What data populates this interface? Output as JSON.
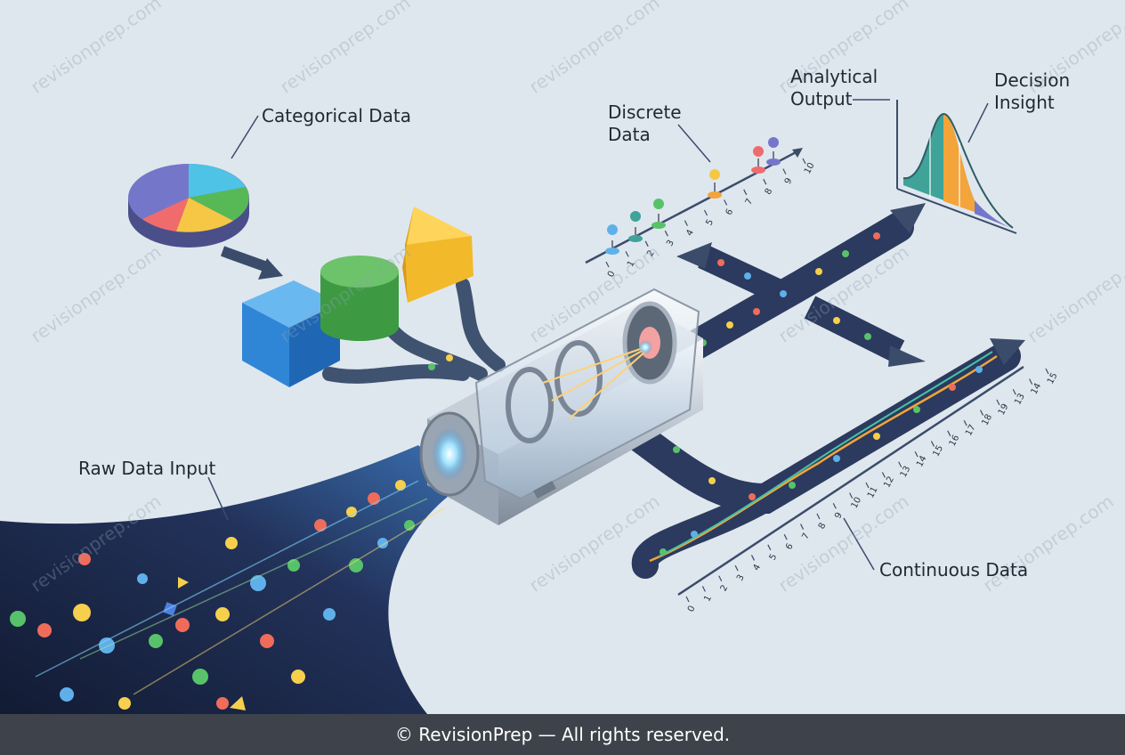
{
  "labels": {
    "categorical": "Categorical Data",
    "discrete_line1": "Discrete",
    "discrete_line2": "Data",
    "analytical_line1": "Analytical",
    "analytical_line2": "Output",
    "decision_line1": "Decision",
    "decision_line2": "Insight",
    "raw_input": "Raw Data Input",
    "continuous": "Continuous Data"
  },
  "discrete_axis_ticks": [
    "0",
    "1",
    "2",
    "3",
    "4",
    "5",
    "6",
    "7",
    "8",
    "9",
    "10"
  ],
  "continuous_axis_ticks": [
    "0",
    "1",
    "2",
    "3",
    "4",
    "5",
    "6",
    "7",
    "8",
    "9",
    "10",
    "11",
    "12",
    "13",
    "14",
    "15",
    "16",
    "17",
    "18",
    "19",
    "13",
    "14",
    "15"
  ],
  "watermark": "revisionprep.com",
  "footer": "© RevisionPrep — All rights reserved.",
  "colors": {
    "background": "#dfe7ee",
    "stream": "#1e2a4a",
    "pipe": "#3f5370",
    "arrow": "#3b4c6b",
    "box_blue": "#2f86d6",
    "cylinder_green": "#4cb04f",
    "prism_yellow": "#f2b92a",
    "curve_teal": "#3fa39a",
    "curve_orange": "#f3a43a"
  }
}
